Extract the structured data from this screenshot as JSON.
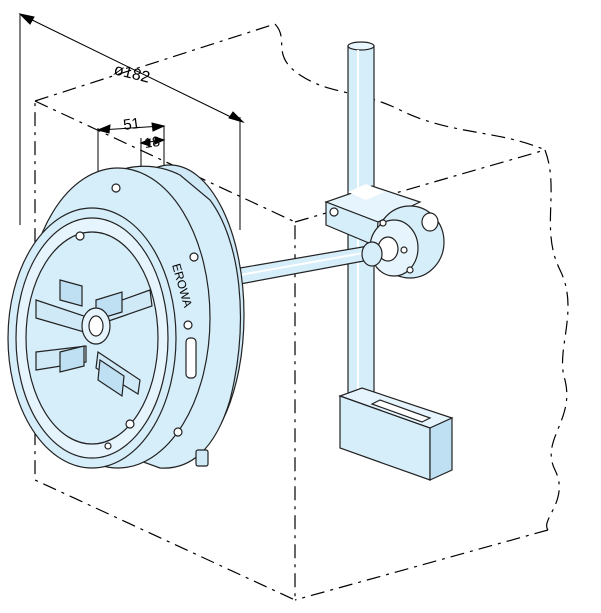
{
  "dimensions": {
    "diameter_label": "ø182",
    "depth_label": "51",
    "offset_label": "18"
  },
  "brand": {
    "label": "EROWA"
  },
  "colors": {
    "part_fill": "#d6eefa",
    "part_fill_dark": "#bfe0f2",
    "part_stroke": "#222222",
    "envelope_line": "#000000"
  }
}
